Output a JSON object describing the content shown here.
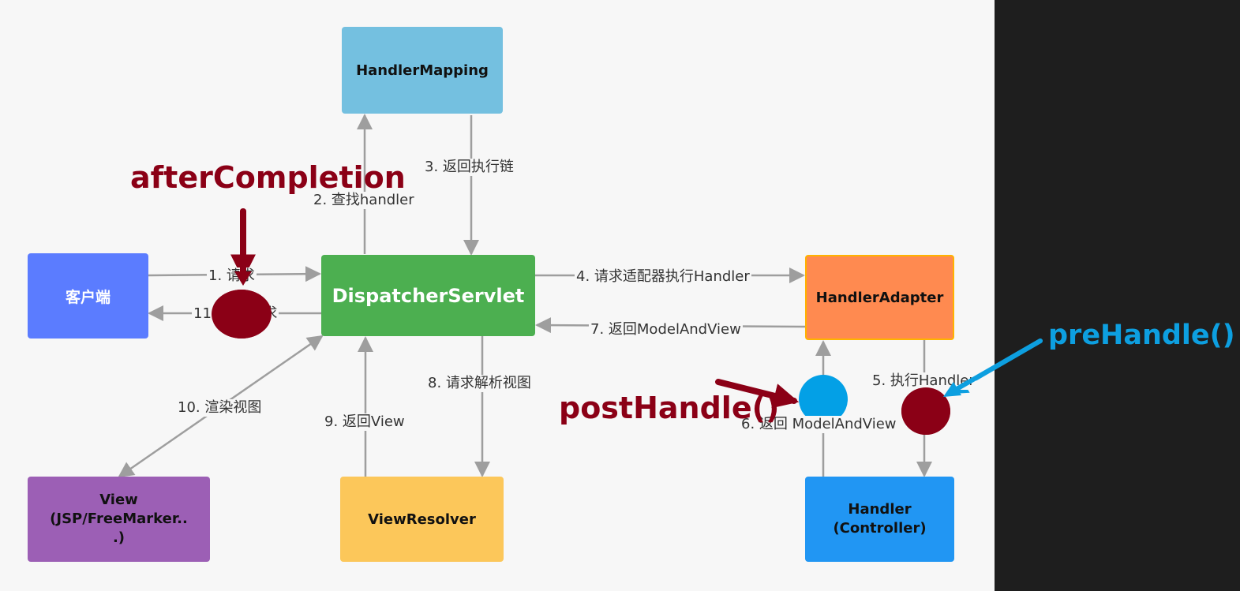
{
  "nodes": {
    "handlermapping": "HandlerMapping",
    "client": "客户端",
    "dispatcher": "DispatcherServlet",
    "adapter": "HandlerAdapter",
    "view": "View\n(JSP/FreeMarker..\n.)",
    "resolver": "ViewResolver",
    "handler": "Handler\n(Controller)"
  },
  "edges": {
    "e1": "1. 请求",
    "e2": "2. 查找handler",
    "e3": "3. 返回执行链",
    "e4": "4. 请求适配器执行Handler",
    "e5": "5. 执行Handler",
    "e6": "6. 返回 ModelAndView",
    "e7": "7. 返回ModelAndView",
    "e8": "8. 请求解析视图",
    "e9": "9. 返回View",
    "e10": "10. 渲染视图",
    "e11": "11. 响应请求"
  },
  "annotations": {
    "after": "afterCompletion",
    "post": "postHandle()",
    "pre": "preHandle()"
  },
  "colors": {
    "edge": "#9e9e9e",
    "dark_red": "#8b0016",
    "blue": "#0d9fe0"
  }
}
